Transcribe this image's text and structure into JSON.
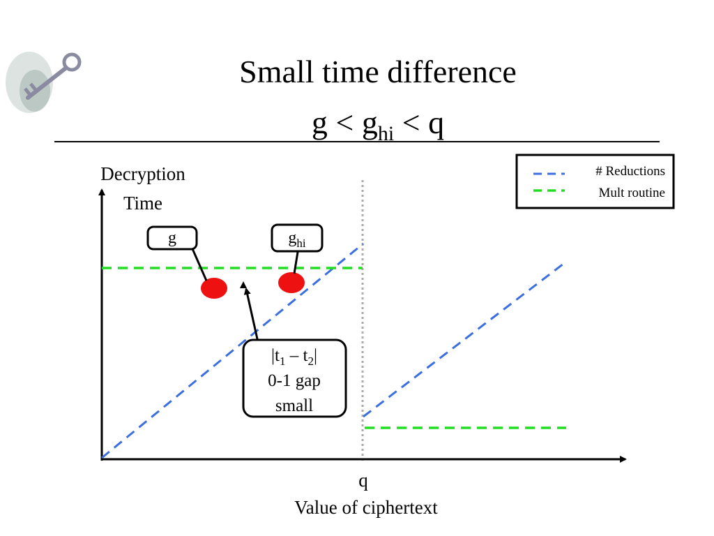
{
  "slide": {
    "title_line1": "Small time difference",
    "title_line2": {
      "part1": "g < g",
      "subscript": "hi",
      "part2": " < q"
    }
  },
  "axes": {
    "y_label_line1": "Decryption",
    "y_label_line2": "Time",
    "x_tick_q": "q",
    "x_label": "Value of ciphertext"
  },
  "legend": {
    "items": [
      {
        "label": "# Reductions",
        "color": "#3b6fe0",
        "style": "dashed"
      },
      {
        "label": "Mult routine",
        "color": "#22dd22",
        "style": "dashed"
      }
    ]
  },
  "callouts": {
    "g": {
      "text": "g"
    },
    "ghi": {
      "text": "g",
      "subscript": "hi"
    },
    "gap": {
      "line1": {
        "a": "|t",
        "sub1": "1",
        "b": " – t",
        "sub2": "2",
        "c": "|"
      },
      "line2": "0-1 gap",
      "line3": "small"
    }
  },
  "colors": {
    "reductions": "#3b6fe0",
    "mult": "#22dd22",
    "points": "#ee1111",
    "divider": "#aaaaaa"
  }
}
